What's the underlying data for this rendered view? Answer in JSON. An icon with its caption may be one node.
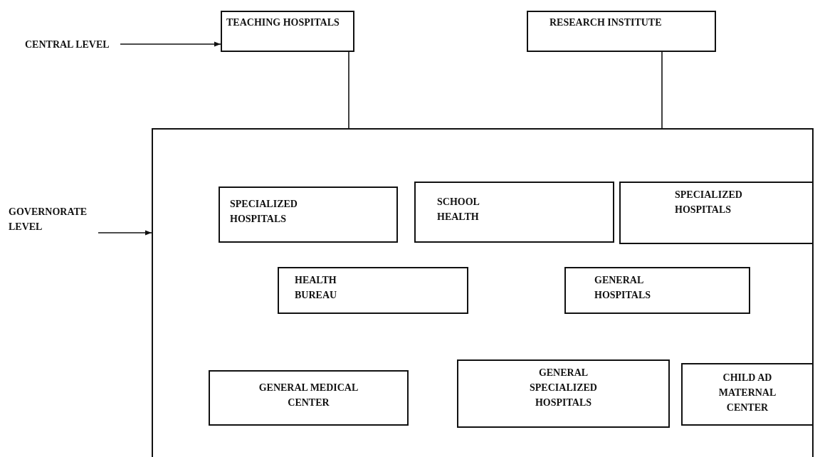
{
  "diagram": {
    "nodes": [
      {
        "text": [
          "CENTRAL LEVEL"
        ]
      },
      {
        "text": [
          "TEACHING HOSPITALS"
        ]
      },
      {
        "text": [
          "RESEARCH INSTITUTE"
        ]
      },
      {
        "text": [
          "GOVERNORATE LEVEL"
        ]
      },
      {
        "text": [],
        "shape": "box"
      },
      {
        "text": [
          "SPECIALIZED HOSPITALS"
        ],
        "in": 4
      },
      {
        "text": [
          "SCHOOL HEALTH"
        ],
        "in": 4
      },
      {
        "text": [
          "SPECIALIZED HOSPITALS"
        ],
        "in": 4
      },
      {
        "text": [
          "HEALTH BUREAU"
        ],
        "in": 4
      },
      {
        "text": [
          "GENERAL HOSPITALS"
        ],
        "in": 4
      },
      {
        "text": [
          "GENERAL MEDICAL CENTER"
        ],
        "in": 4
      },
      {
        "text": [
          "GENERAL SPECIALIZED HOSPITALS"
        ],
        "in": 4
      },
      {
        "text": [
          "CHILD AD MATERNAL CENTER"
        ],
        "in": 4
      }
    ],
    "edges": [
      {
        "from": 0,
        "to": 1,
        "arrow": "to"
      },
      {
        "from": 3,
        "to": 4,
        "arrow": "to"
      },
      {
        "from": 1,
        "to": 4,
        "arrow": "none"
      },
      {
        "from": 2,
        "to": 4,
        "arrow": "none"
      }
    ]
  }
}
